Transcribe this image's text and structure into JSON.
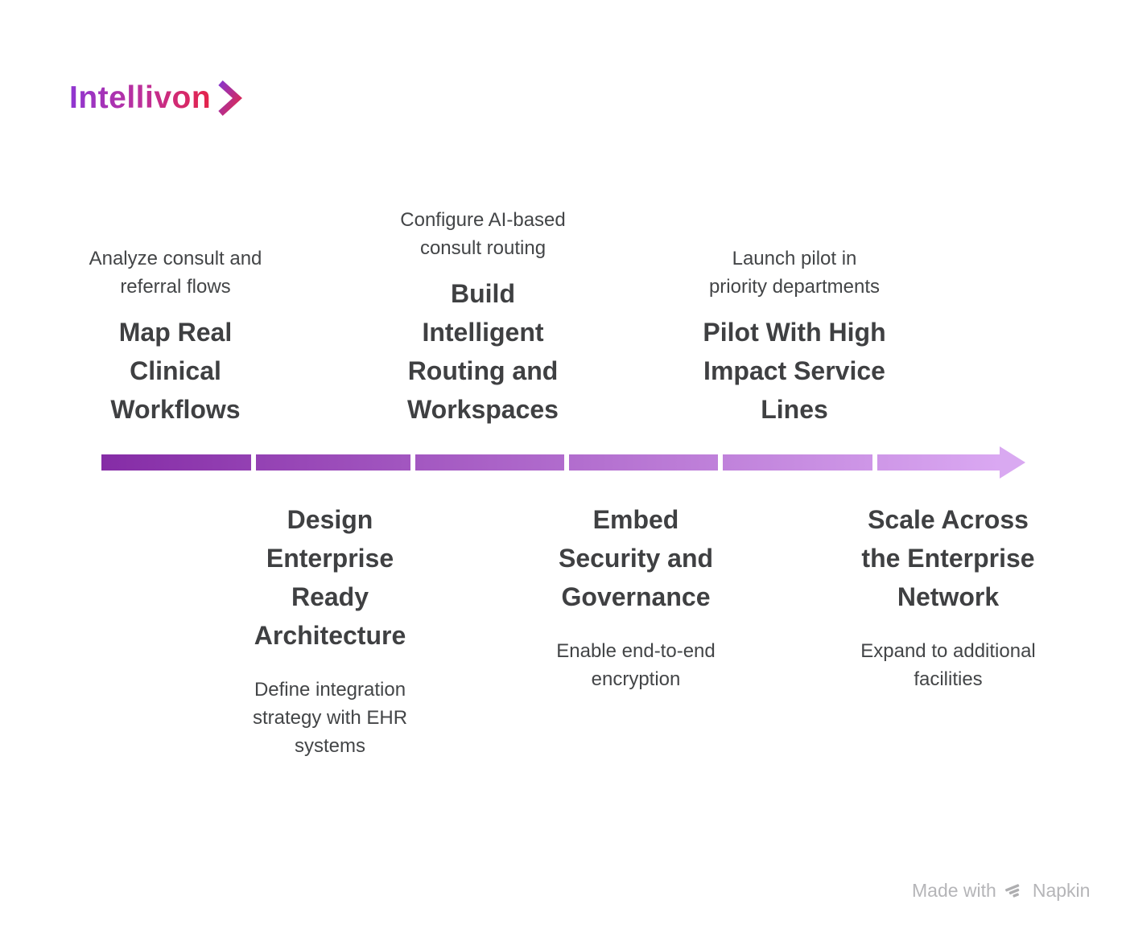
{
  "logo": {
    "text": "Intellivon",
    "gradient_start": "#8F36D2",
    "gradient_end": "#E52449"
  },
  "timeline": {
    "arrow": {
      "direction": "left-to-right",
      "segment_count": 6,
      "gradient_start": "#852CA6",
      "gradient_end": "#DAA8F2",
      "head_color": "#D9A9F1"
    },
    "milestones": [
      {
        "position": "top",
        "subtitle": "Analyze consult and\nreferral flows",
        "title": "Map Real\nClinical\nWorkflows"
      },
      {
        "position": "bottom",
        "title": "Design\nEnterprise\nReady\nArchitecture",
        "subtitle": "Define integration\nstrategy with EHR\nsystems"
      },
      {
        "position": "top",
        "subtitle": "Configure AI-based\nconsult routing",
        "title": "Build\nIntelligent\nRouting and\nWorkspaces"
      },
      {
        "position": "bottom",
        "title": "Embed\nSecurity and\nGovernance",
        "subtitle": "Enable end-to-end\nencryption"
      },
      {
        "position": "top",
        "subtitle": "Launch pilot in\npriority departments",
        "title": "Pilot With High\nImpact Service\nLines"
      },
      {
        "position": "bottom",
        "title": "Scale Across\nthe Enterprise\nNetwork",
        "subtitle": "Expand to additional\nfacilities"
      }
    ],
    "text_color": "#3F4042"
  },
  "footer": {
    "made_with": "Made with",
    "brand": "Napkin",
    "color": "#B5B5B8"
  }
}
